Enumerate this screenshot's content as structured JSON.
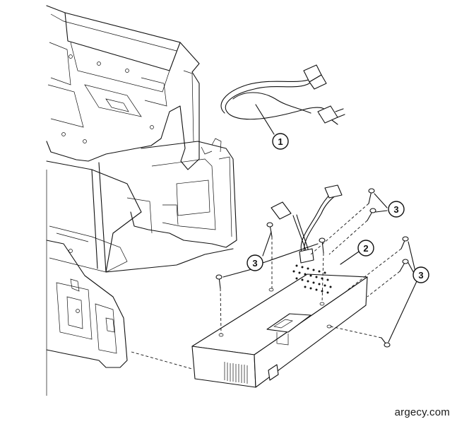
{
  "diagram": {
    "callouts": [
      {
        "id": "callout-1",
        "label": "1"
      },
      {
        "id": "callout-2",
        "label": "2"
      },
      {
        "id": "callout-3a",
        "label": "3"
      },
      {
        "id": "callout-3b",
        "label": "3"
      },
      {
        "id": "callout-3c",
        "label": "3"
      }
    ]
  },
  "watermark": "argecy.com"
}
